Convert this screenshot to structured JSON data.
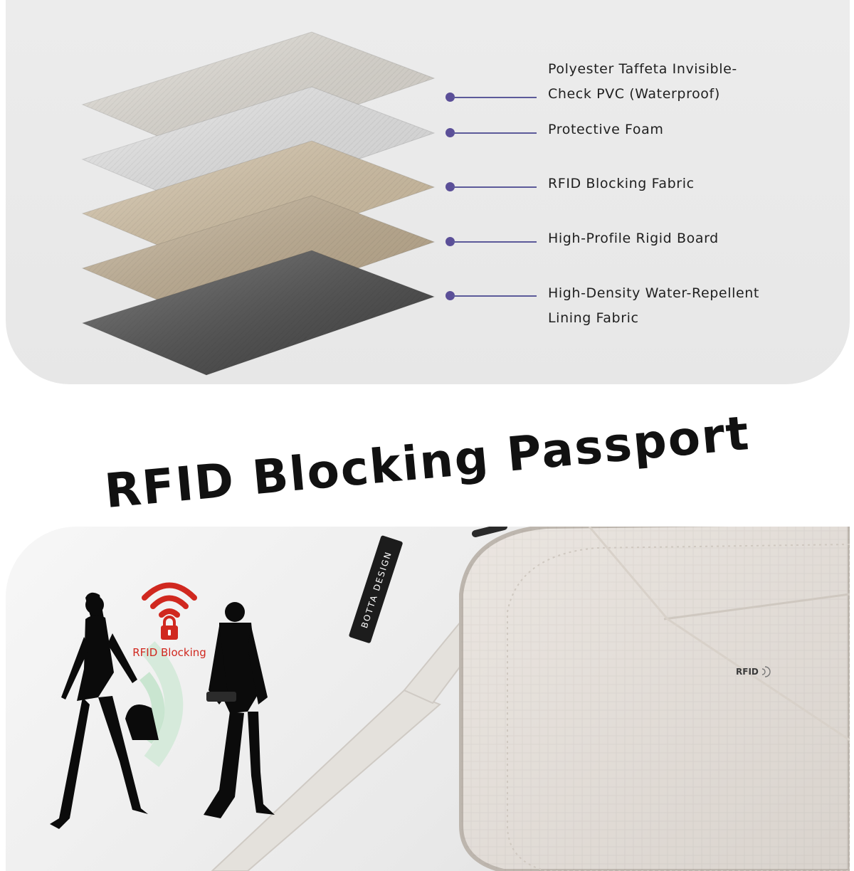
{
  "layers": [
    {
      "label_lines": [
        "Polyester Taffeta Invisible-",
        "Check PVC (Waterproof)"
      ],
      "color": "#e6e2da"
    },
    {
      "label_lines": [
        "Protective Foam"
      ],
      "color": "#ececec"
    },
    {
      "label_lines": [
        "RFID Blocking Fabric"
      ],
      "color": "#d8c6a8"
    },
    {
      "label_lines": [
        "High-Profile Rigid Board"
      ],
      "color": "#c3b092"
    },
    {
      "label_lines": [
        "High-Density Water-Repellent",
        "Lining Fabric"
      ],
      "color": "#4a4a4a"
    }
  ],
  "headline": "RFID Blocking Passport",
  "badge": {
    "label": "RFID Blocking",
    "color": "#d0281f"
  },
  "product": {
    "brand": "BOTTA DESIGN",
    "logo": "RFID"
  },
  "colors": {
    "callout": "#5b4f98",
    "headline": "#111111",
    "signal": "#cfe9d6"
  }
}
